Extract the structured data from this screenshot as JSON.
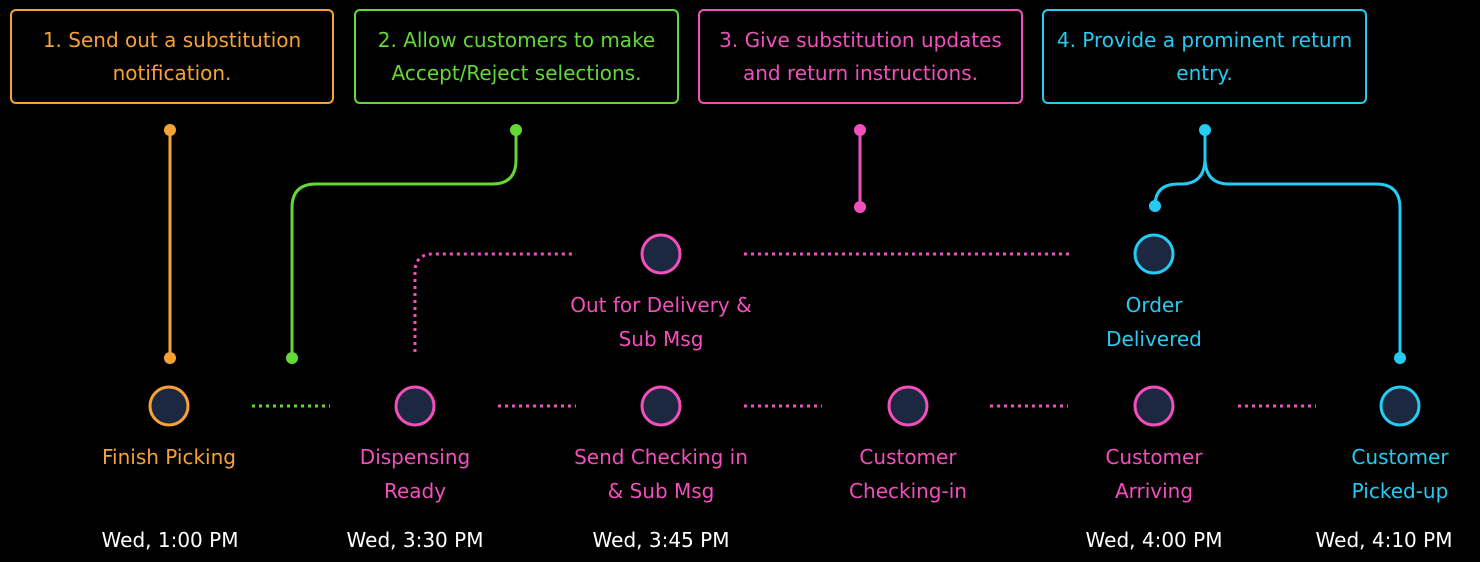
{
  "colors": {
    "orange": "#f7a234",
    "green": "#63d935",
    "pink": "#f24fbd",
    "cyan": "#25cbf2",
    "node_fill": "#1c2840",
    "time_text": "#ffffff"
  },
  "callouts": [
    {
      "id": "step-1",
      "text": "1. Send out a substitution notification.",
      "color": "orange"
    },
    {
      "id": "step-2",
      "text": "2. Allow customers to make Accept/Reject selections.",
      "color": "green"
    },
    {
      "id": "step-3",
      "text": "3. Give substitution updates and return instructions.",
      "color": "pink"
    },
    {
      "id": "step-4",
      "text": "4. Provide a prominent return entry.",
      "color": "cyan"
    }
  ],
  "nodes": {
    "finish_picking": {
      "line1": "Finish Picking",
      "line2": "",
      "time": "Wed, 1:00 PM"
    },
    "dispensing_ready": {
      "line1": "Dispensing",
      "line2": "Ready",
      "time": "Wed, 3:30 PM"
    },
    "send_checking_in": {
      "line1": "Send Checking in",
      "line2": "& Sub Msg",
      "time": "Wed, 3:45 PM"
    },
    "customer_checking_in": {
      "line1": "Customer",
      "line2": "Checking-in",
      "time": ""
    },
    "customer_arriving": {
      "line1": "Customer",
      "line2": "Arriving",
      "time": "Wed, 4:00 PM"
    },
    "customer_picked_up": {
      "line1": "Customer",
      "line2": "Picked-up",
      "time": "Wed, 4:10 PM"
    },
    "out_for_delivery": {
      "line1": "Out for Delivery &",
      "line2": "Sub Msg"
    },
    "order_delivered": {
      "line1": "Order",
      "line2": "Delivered"
    }
  }
}
